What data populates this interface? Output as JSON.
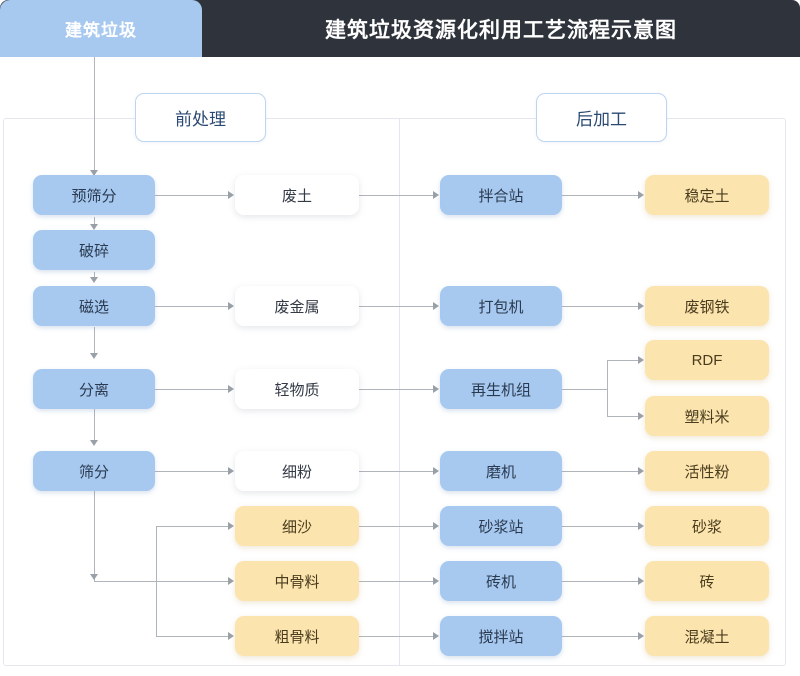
{
  "header": {
    "tab_label": "建筑垃圾",
    "title": "建筑垃圾资源化利用工艺流程示意图",
    "tab_color": "#a7c9f0",
    "bar_color": "#2f333b"
  },
  "sections": {
    "pre": "前处理",
    "post": "后加工"
  },
  "palette": {
    "process_blue": "#a7c9f0",
    "material_white": "#ffffff",
    "product_yellow": "#fbe4ad",
    "connector": "#b0b4bb",
    "frame": "#e6e6f0"
  },
  "nodes": {
    "process": [
      {
        "label": "预筛分"
      },
      {
        "label": "破碎"
      },
      {
        "label": "磁选"
      },
      {
        "label": "分离"
      },
      {
        "label": "筛分"
      }
    ],
    "materials": [
      {
        "label": "废土"
      },
      {
        "label": "废金属"
      },
      {
        "label": "轻物质"
      },
      {
        "label": "细粉"
      },
      {
        "label": "细沙"
      },
      {
        "label": "中骨料"
      },
      {
        "label": "粗骨料"
      }
    ],
    "machines": [
      {
        "label": "拌合站"
      },
      {
        "label": "打包机"
      },
      {
        "label": "再生机组"
      },
      {
        "label": "磨机"
      },
      {
        "label": "砂浆站"
      },
      {
        "label": "砖机"
      },
      {
        "label": "搅拌站"
      }
    ],
    "products": [
      {
        "label": "稳定土"
      },
      {
        "label": "废钢铁"
      },
      {
        "label": "RDF"
      },
      {
        "label": "塑料米"
      },
      {
        "label": "活性粉"
      },
      {
        "label": "砂浆"
      },
      {
        "label": "砖"
      },
      {
        "label": "混凝土"
      }
    ]
  },
  "flow": {
    "edges": [
      {
        "from": "建筑垃圾",
        "to": "预筛分"
      },
      {
        "from": "预筛分",
        "to": "破碎"
      },
      {
        "from": "破碎",
        "to": "磁选"
      },
      {
        "from": "磁选",
        "to": "分离"
      },
      {
        "from": "分离",
        "to": "筛分"
      },
      {
        "from": "预筛分",
        "to": "废土"
      },
      {
        "from": "磁选",
        "to": "废金属"
      },
      {
        "from": "分离",
        "to": "轻物质"
      },
      {
        "from": "筛分",
        "to": "细粉"
      },
      {
        "from": "筛分",
        "to": "细沙"
      },
      {
        "from": "筛分",
        "to": "中骨料"
      },
      {
        "from": "筛分",
        "to": "粗骨料"
      },
      {
        "from": "废土",
        "to": "拌合站"
      },
      {
        "from": "废金属",
        "to": "打包机"
      },
      {
        "from": "轻物质",
        "to": "再生机组"
      },
      {
        "from": "细粉",
        "to": "磨机"
      },
      {
        "from": "细沙",
        "to": "砂浆站"
      },
      {
        "from": "中骨料",
        "to": "砖机"
      },
      {
        "from": "粗骨料",
        "to": "搅拌站"
      },
      {
        "from": "拌合站",
        "to": "稳定土"
      },
      {
        "from": "打包机",
        "to": "废钢铁"
      },
      {
        "from": "再生机组",
        "to": "RDF"
      },
      {
        "from": "再生机组",
        "to": "塑料米"
      },
      {
        "from": "磨机",
        "to": "活性粉"
      },
      {
        "from": "砂浆站",
        "to": "砂浆"
      },
      {
        "from": "砖机",
        "to": "砖"
      },
      {
        "from": "搅拌站",
        "to": "混凝土"
      }
    ]
  }
}
